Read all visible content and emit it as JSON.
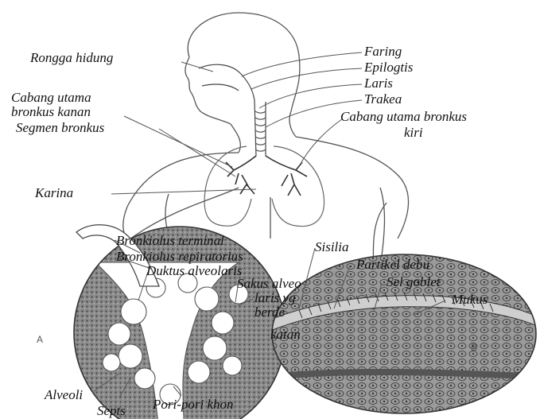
{
  "labels": {
    "rongga_hidung": "Rongga hidung",
    "cabang_utama_kanan_1": "Cabang utama",
    "cabang_utama_kanan_2": "bronkus kanan",
    "segmen_bronkus": "Segmen bronkus",
    "karina": "Karina",
    "faring": "Faring",
    "epiglotis": "Epilogtis",
    "laris": "Laris",
    "trakea": "Trakea",
    "cabang_kiri_1": "Cabang utama bronkus",
    "cabang_kiri_2": "kiri",
    "bronkiolus_terminal": "Bronkiolus terminal",
    "bronkiolus_respiratorius": "Bronkiolus repiratorius",
    "duktus_alveolaris": "Duktus alveolaris",
    "sakus_1": "Sakus alveo",
    "sakus_2": "laris yg",
    "sakus_3": "berde",
    "sakus_4": "katan",
    "sisilia": "Sisilia",
    "partikel_debu": "Partikel debu",
    "sel_goblet": "Sel goblet",
    "mukus": "Mukus",
    "alveoli": "Alveoli",
    "septs": "Septs",
    "pori_pori": "Pori-pori khon"
  },
  "panels": {
    "a": "A",
    "b": "B"
  },
  "colors": {
    "line": "#444444",
    "text": "#111111",
    "shade": "#6b6b6b"
  }
}
